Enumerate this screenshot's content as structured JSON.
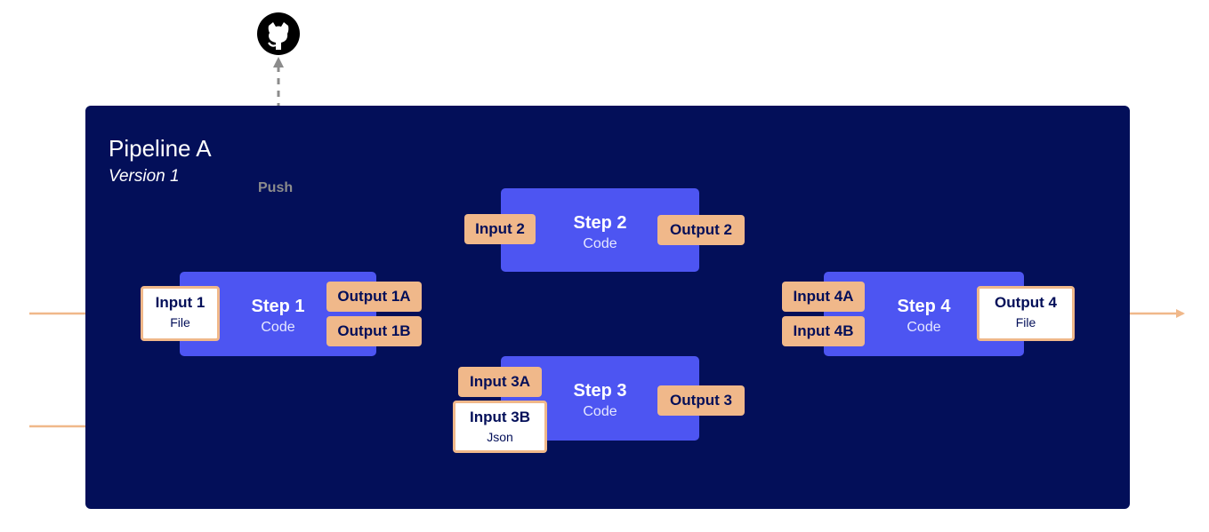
{
  "pipeline": {
    "title": "Pipeline A",
    "version": "Version 1"
  },
  "push_label": "Push",
  "github_icon": "github-icon",
  "colors": {
    "panel": "#030F59",
    "step": "#4D55F2",
    "port": "#F0B88A",
    "arrow": "#F0B88A",
    "push": "#8C8C8C"
  },
  "steps": [
    {
      "name": "Step 1",
      "kind": "Code"
    },
    {
      "name": "Step 2",
      "kind": "Code"
    },
    {
      "name": "Step 3",
      "kind": "Code"
    },
    {
      "name": "Step 4",
      "kind": "Code"
    }
  ],
  "ports": {
    "input1": {
      "name": "Input 1",
      "kind": "File"
    },
    "output1a": "Output 1A",
    "output1b": "Output 1B",
    "input2": "Input 2",
    "output2": "Output 2",
    "input3a": "Input 3A",
    "input3b": {
      "name": "Input 3B",
      "kind": "Json"
    },
    "output3": "Output 3",
    "input4a": "Input 4A",
    "input4b": "Input 4B",
    "output4": {
      "name": "Output 4",
      "kind": "File"
    }
  }
}
